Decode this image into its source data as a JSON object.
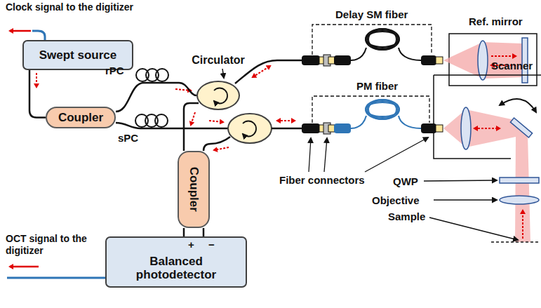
{
  "diagram": {
    "nodes": [
      {
        "text": [
          "Swept source"
        ]
      },
      {
        "text": [
          "Coupler"
        ]
      },
      {
        "text": [
          "Circulator"
        ]
      },
      {
        "text": [
          "Coupler"
        ]
      },
      {
        "text": [
          "Balanced photodetector"
        ]
      }
    ],
    "edges": [
      {
        "from": 0,
        "to": 1,
        "arrow": "none"
      },
      {
        "from": 1,
        "to": 2,
        "arrow": "none"
      },
      {
        "from": 2,
        "to": 3,
        "arrow": "none"
      },
      {
        "from": 3,
        "to": 4,
        "arrow": "none"
      }
    ],
    "labels": [
      "Clock signal to the digitizer",
      "Delay SM fiber",
      "Ref. mirror",
      "rPC",
      "sPC",
      "PM fiber",
      "Scanner",
      "Fiber connectors",
      "QWP",
      "Objective",
      "Sample",
      "OCT signal to the digitizer",
      "+",
      "−"
    ]
  }
}
